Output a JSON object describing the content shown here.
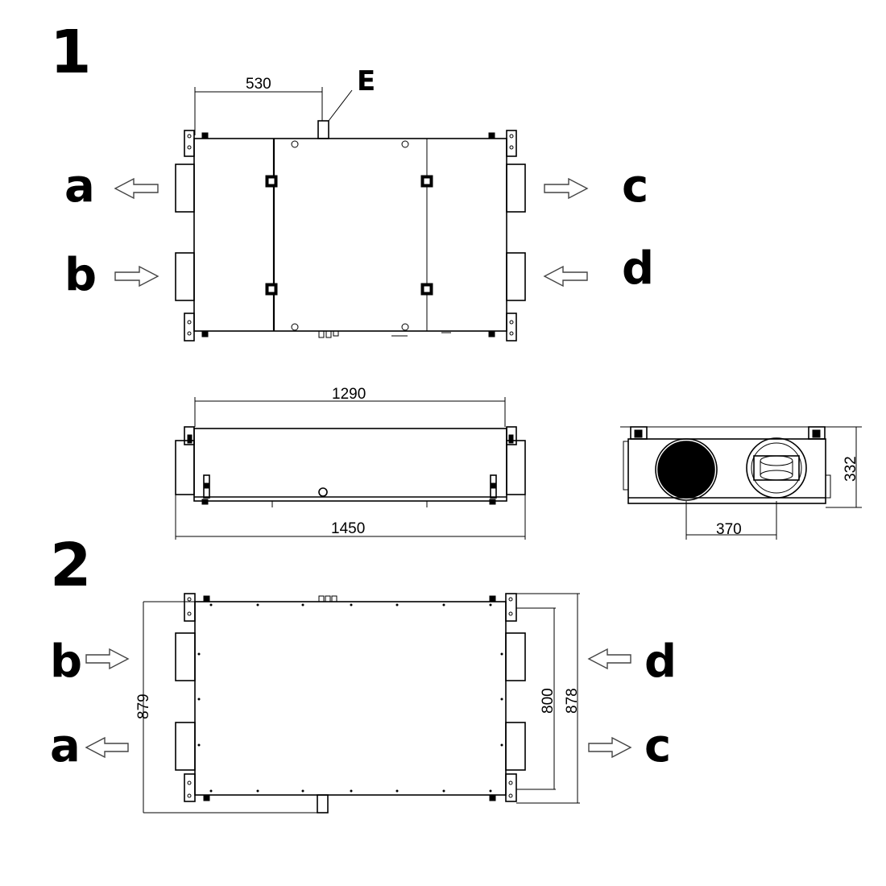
{
  "views": {
    "view1": {
      "number": "1"
    },
    "view2": {
      "number": "2"
    }
  },
  "ports": {
    "a": "a",
    "b": "b",
    "c": "c",
    "d": "d",
    "e": "E"
  },
  "dimensions": {
    "d530": "530",
    "d1290": "1290",
    "d1450": "1450",
    "d332": "332",
    "d370": "370",
    "d879": "879",
    "d800": "800",
    "d878": "878"
  }
}
